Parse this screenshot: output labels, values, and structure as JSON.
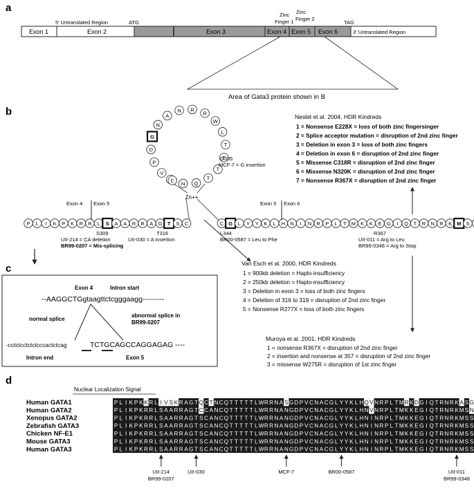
{
  "panels": {
    "a": {
      "letter": "a",
      "utr5": "5' Untranslated Region",
      "atg": "ATG",
      "zf1": [
        "Zinc",
        "Finger 1"
      ],
      "zf2": [
        "Zinc",
        "Finger 2"
      ],
      "tag": "TAG",
      "exons": [
        "Exon 1",
        "Exon 2",
        "Exon 3",
        "Exon 4",
        "Exon 5",
        "Exon 6"
      ],
      "utr3": "3' Untranslated Region",
      "area": "Area of Gata3 protein shown in B"
    },
    "b": {
      "letter": "b",
      "nesbit": {
        "title": "Nesbit et al.  2004, HDR Kindreds",
        "items": [
          "1 = Nonsense E228X = loss of both zinc fingersinger",
          "2 = Splice acceptor mutation = disruption of 2nd zinc finger",
          "3 = Deletion in exon 3 = loss of both zinc fingers",
          "4 = Deletion in exon 6 = disruption of 2nd zinc finger",
          "5 = Missense C318R = disruption of 2nd zinc finger",
          "6 = Missense N320K = disruption of 2nd zinc finger",
          "7 = Nonsense R367X = disruption of 2nd zinc finger"
        ]
      },
      "linear_seq": "PLIKPKRRLSAARRAGTSCCGLYYKLHNINRPLTMKKEGIQTRNRKMSSK",
      "loop_seq": "ANQTTTTLWRRNANGDPVC",
      "zn": "Zn++",
      "exon4": "Exon 4",
      "exon5a": "Exon 5",
      "exon5b": "Exon 5",
      "exon6": "Exon 6",
      "s309": [
        "S309",
        "UII-214 = CA deletion",
        "BR99-0207 = Mis-splicing"
      ],
      "t316": [
        "T316",
        "UII-030 = A insertion"
      ],
      "l344": [
        "L344",
        "BR00-0587 = Leu to Phe"
      ],
      "r367": [
        "R367",
        "UII-011 = Arg to Leu",
        "BR99-0348 = Arg to Stop"
      ],
      "g335": [
        "G335",
        "MCF-7 = G insertion"
      ],
      "vanesch": {
        "title": "Van Esch et al.  2000, HDR Kindreds",
        "items": [
          "1 = 900kb deletion = Haplo-insufficiency",
          "2 = 250kb deletion = Haplo-insufficiency",
          "3 = Deletion in exon 3 = loss of both zinc fingers",
          "4 = Deletion of 316 to 319 = disruption of 2nd zinc finger",
          "5 = Nonsense R277X = loss of both zinc fingers"
        ]
      },
      "muroya": {
        "title": "Muroya et al.  2001, HDR Kindreds",
        "items": [
          "1 = nonsense R367X =  disruption of 2nd zinc finger",
          "2 =  insertion and nonsense at 357 = disruption of 2nd zinc finger",
          "3 =  missense W275R =  disruption of 1st zinc finger"
        ]
      }
    },
    "c": {
      "letter": "c",
      "exon4": "Exon 4",
      "intron_start": "Intron start",
      "top_seq": "--AAGGCTGgtaagttctcgggaagg---------",
      "normal": "normal splice",
      "abnormal": [
        "abnormal splice in",
        "BR99-0207"
      ],
      "bottom_intron": "-cctctcctctctcccactctcag",
      "bottom_exon": "TCTGCAGCCAGGAGAG ----",
      "intron_end": "Intron end",
      "exon5": "Exon 5"
    },
    "d": {
      "letter": "d",
      "nls": "Nuclear Localization Signal",
      "species": [
        "Human GATA1",
        "Human GATA2",
        "Xenopus GATA2",
        "Zebrafish GATA3",
        "Chicken NF-E1",
        "Mouse GATA3",
        "Human GATA3"
      ],
      "sequences": [
        "PLIKPKKRLIVSKRAGTQCTNCQTTTTTLWRRNASGDPVCNACGLYYKLHQVNRPLTMRKDGIQTRNRKASGK",
        "PLIKPKRRLSAARRAGTCCANCQTTTTTLWRRNANGDPVCNACGLYYKLHNVNRPLTMKKEGIQTRNRKMSNK",
        "PLIKPKRRLSAARRAGTSCANCQTTTTTLWRRNANGDPVCNACGLYYKLHNINRPLTMKKEGIQTRNRKMSSK",
        "PLIKPKRRLSAARRAGTSCANCQTTTTTLWRRNANGDPVCNACGLYYKLHNINRPLTMKKEGIQTRNRKMSSK",
        "PLIKPKRRLSAARRAGTSCANCQTTTTTLWRRNANGDPVCNACGLYYKLHNINRPLTMKKEGIQTRNRKMSSK",
        "PLIKPKRRLSAARRAGTSCANCQTTTTTLWRRNANGDPVCNACGLYYKLHNINRPLTMKKEGIQTRNRKMSSK",
        "PLIKPKRRLSAARRAGTSCANCQTTTTTLWRRNANGDPVCNACGLYYKLHNINRPLTMKKEGIQTRNRKMSSK"
      ],
      "markers": [
        [
          "UII-214",
          "BR99-0207"
        ],
        [
          "UII-030"
        ],
        [
          "MCF-7"
        ],
        [
          "BR00-0587"
        ],
        [
          "UII-011",
          "BR99-0348"
        ]
      ]
    }
  }
}
